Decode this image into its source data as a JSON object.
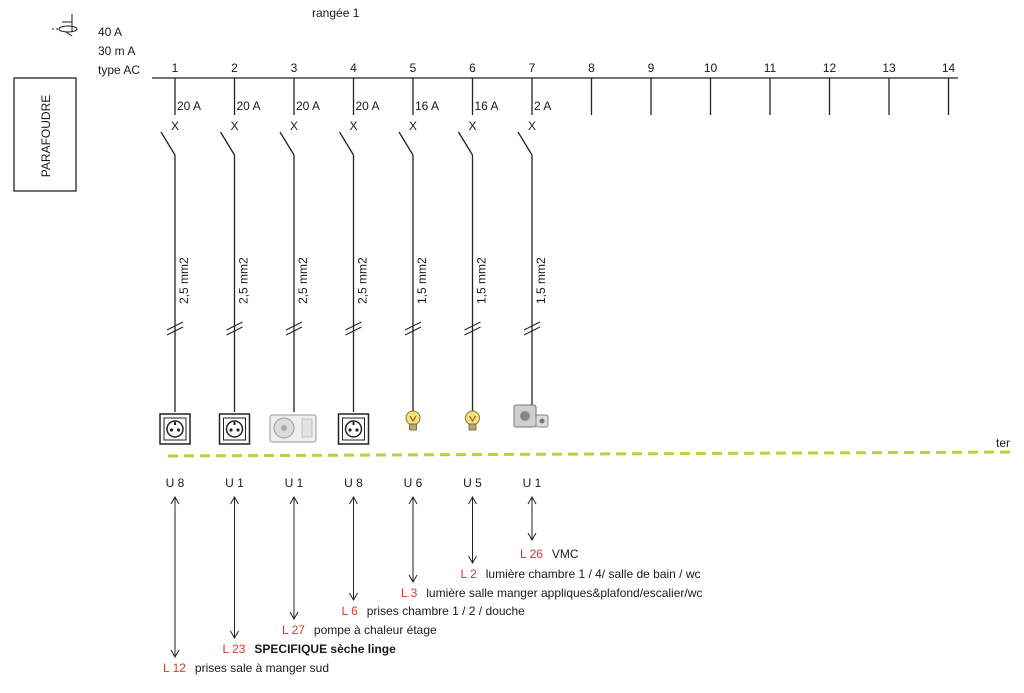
{
  "row_title": "rangée  1",
  "differential": {
    "rating": "40 A",
    "sensitivity": "30 m A",
    "type": "type AC"
  },
  "surge_protector_label": "PARAFOUDRE",
  "ground_label": "ter",
  "slot_numbers": [
    "1",
    "2",
    "3",
    "4",
    "5",
    "6",
    "7",
    "8",
    "9",
    "10",
    "11",
    "12",
    "13",
    "14"
  ],
  "switch_mark": "X",
  "colors": {
    "ground_line": "#b8d432",
    "circuit_ref": "#d23a2a",
    "wire": "#222222"
  },
  "circuits": [
    {
      "slot": 1,
      "breaker": "20 A",
      "section": "2,5 mm2",
      "load_icon": "socket-icon",
      "unit": "U 8",
      "ref": "L 12",
      "desc": "prises sale à manger sud",
      "bold": false
    },
    {
      "slot": 2,
      "breaker": "20 A",
      "section": "2,5 mm2",
      "load_icon": "socket-icon",
      "unit": "U 1",
      "ref": "L 23",
      "desc": "SPECIFIQUE sèche linge",
      "bold": true
    },
    {
      "slot": 3,
      "breaker": "20 A",
      "section": "2,5 mm2",
      "load_icon": "heat-pump-icon",
      "unit": "U 1",
      "ref": "L 27",
      "desc": "pompe à chaleur étage",
      "bold": false
    },
    {
      "slot": 4,
      "breaker": "20 A",
      "section": "2,5 mm2",
      "load_icon": "socket-icon",
      "unit": "U 8",
      "ref": "L 6",
      "desc": "prises chambre 1 / 2 / douche",
      "bold": false
    },
    {
      "slot": 5,
      "breaker": "16 A",
      "section": "1,5 mm2",
      "load_icon": "bulb-icon",
      "unit": "U 6",
      "ref": "L 3",
      "desc": "lumière     salle manger appliques&plafond/escalier/wc",
      "bold": false
    },
    {
      "slot": 6,
      "breaker": "16 A",
      "section": "1,5 mm2",
      "load_icon": "bulb-icon",
      "unit": "U 5",
      "ref": "L 2",
      "desc": "lumière     chambre  1 / 4/  salle de bain / wc",
      "bold": false
    },
    {
      "slot": 7,
      "breaker": "2 A",
      "section": "1,5 mm2",
      "load_icon": "vmc-icon",
      "unit": "U 1",
      "ref": "L 26",
      "desc": "VMC",
      "bold": false
    }
  ]
}
